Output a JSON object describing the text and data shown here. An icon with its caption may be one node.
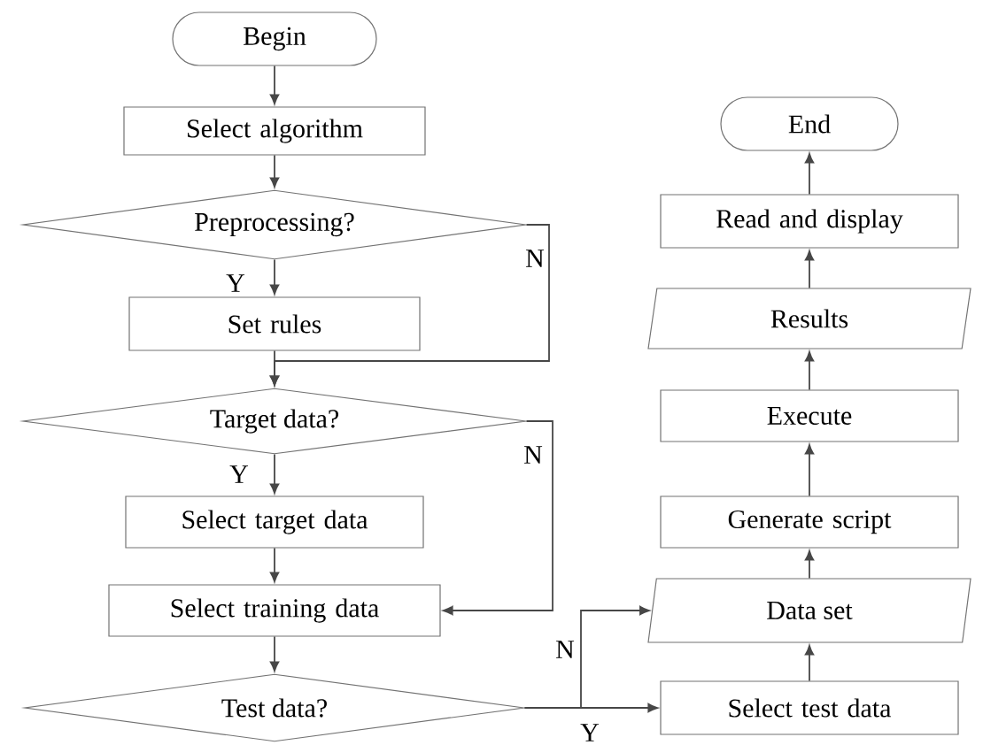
{
  "diagram": {
    "nodes": [
      {
        "text": [
          "Begin"
        ]
      },
      {
        "text": [
          "Select algorithm"
        ]
      },
      {
        "text": [
          "Preprocessing?"
        ]
      },
      {
        "text": [
          "Set rules"
        ]
      },
      {
        "text": [
          "Target data?"
        ]
      },
      {
        "text": [
          "Select target data"
        ]
      },
      {
        "text": [
          "Select training data"
        ]
      },
      {
        "text": [
          "Test data?"
        ]
      },
      {
        "text": [
          "Select test data"
        ]
      },
      {
        "text": [
          "Data set"
        ]
      },
      {
        "text": [
          "Generate script"
        ]
      },
      {
        "text": [
          "Execute"
        ]
      },
      {
        "text": [
          "Results"
        ]
      },
      {
        "text": [
          "Read and display"
        ]
      },
      {
        "text": [
          "End"
        ]
      }
    ],
    "edges": [
      {
        "from": 0,
        "to": 1,
        "arrow": "to"
      },
      {
        "from": 1,
        "to": 2,
        "arrow": "to"
      },
      {
        "from": 2,
        "to": 3,
        "arrow": "to",
        "label": "Y"
      },
      {
        "from": 2,
        "to": 4,
        "arrow": "to",
        "label": "N"
      },
      {
        "from": 3,
        "to": 4,
        "arrow": "to"
      },
      {
        "from": 4,
        "to": 5,
        "arrow": "to",
        "label": "Y"
      },
      {
        "from": 4,
        "to": 6,
        "arrow": "to",
        "label": "N"
      },
      {
        "from": 5,
        "to": 6,
        "arrow": "to"
      },
      {
        "from": 6,
        "to": 7,
        "arrow": "to"
      },
      {
        "from": 7,
        "to": 8,
        "arrow": "to",
        "label": "Y"
      },
      {
        "from": 7,
        "to": 9,
        "arrow": "to",
        "label": "N"
      },
      {
        "from": 8,
        "to": 9,
        "arrow": "to"
      },
      {
        "from": 9,
        "to": 10,
        "arrow": "to"
      },
      {
        "from": 10,
        "to": 11,
        "arrow": "to"
      },
      {
        "from": 11,
        "to": 12,
        "arrow": "to"
      },
      {
        "from": 12,
        "to": 13,
        "arrow": "to"
      },
      {
        "from": 13,
        "to": 14,
        "arrow": "to"
      }
    ]
  }
}
